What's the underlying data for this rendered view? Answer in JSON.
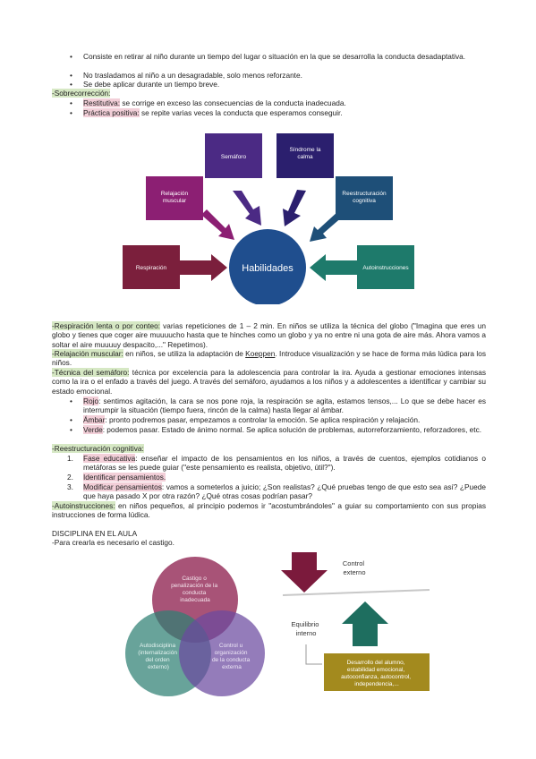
{
  "intro_bullets": [
    "Consiste en retirar al niño durante un tiempo del lugar o situación en la que se desarrolla la conducta desadaptativa.",
    "No trasladamos al niño a un desagradable, solo menos reforzante.",
    "Se debe aplicar durante un tiempo breve."
  ],
  "sobrecorreccion": {
    "heading": "-Sobrecorrección:",
    "items": [
      {
        "term": "Restitutiva:",
        "text": " se corrige en exceso las consecuencias de la conducta inadecuada."
      },
      {
        "term": "Práctica positiva:",
        "text": " se repite varias veces la conducta que esperamos conseguir."
      }
    ]
  },
  "habilidades_diagram": {
    "center": "Habilidades",
    "boxes": {
      "semaforo": "Semáforo",
      "sindrome": "Síndrome la calma",
      "relajacion": "Relajación muscular",
      "reestructuracion": "Reestructuración cognitiva",
      "respiracion": "Respiración",
      "autoinstrucciones": "Autoinstrucciones"
    },
    "colors": {
      "semaforo": "#4b2a84",
      "sindrome": "#2b1f6e",
      "relajacion": "#8c1f73",
      "reestructuracion": "#1e4f78",
      "respiracion": "#7b1f3c",
      "autoinstrucciones": "#1e7a6b",
      "center": "#1f4e8e"
    }
  },
  "respiracion": {
    "term": "-Respiración lenta o por conteo:",
    "text": " varias repeticiones de 1 – 2 min. En niños se utiliza la técnica del globo (\"Imagina que eres un globo y tienes que coger aire muuuucho hasta que te hinches como un globo y ya no entre ni una gota de aire más. Ahora vamos a soltar el aire muuuuy despacito,...\" Repetimos)."
  },
  "relajacion": {
    "term": "-Relajación muscular:",
    "text_a": " en niños, se utiliza la adaptación de ",
    "koeppen": "Koeppen",
    "text_b": ". Introduce visualización y se hace de forma más lúdica para los niños."
  },
  "semaforo": {
    "term": "-Técnica del semáforo:",
    "text": " técnica por excelencia para la adolescencia para controlar la ira. Ayuda a gestionar emociones intensas como la ira o el enfado a través del juego. A través del semáforo, ayudamos a los niños y a adolescentes a identificar y cambiar su estado emocional.",
    "items": [
      {
        "term": "Rojo",
        "text": ": sentimos agitación, la cara se nos pone roja, la respiración se agita, estamos tensos,... Lo que se debe hacer es interrumpir la situación (tiempo fuera, rincón de la calma) hasta llegar al ámbar."
      },
      {
        "term": "Ámbar",
        "text": ": pronto podremos pasar, empezamos a controlar la emoción. Se aplica respiración y relajación."
      },
      {
        "term": "Verde",
        "text": ": podemos pasar. Estado de ánimo normal. Se aplica solución de problemas, autorreforzamiento, reforzadores, etc."
      }
    ]
  },
  "reestructuracion": {
    "heading": "-Reestructuración cognitiva:",
    "items": [
      {
        "num": "1.",
        "term": "Fase educativa",
        "text": ": enseñar el impacto de los pensamientos en los niños, a través de cuentos, ejemplos cotidianos o metáforas se les puede guiar (\"este pensamiento es realista, objetivo, útil?\")."
      },
      {
        "num": "2.",
        "term": "Identificar pensamientos.",
        "text": ""
      },
      {
        "num": "3.",
        "term": "Modificar pensamientos",
        "text": ":  vamos a someterlos a juicio; ¿Son realistas? ¿Qué pruebas tengo de que esto sea así? ¿Puede que haya pasado X por otra razón? ¿Qué otras cosas podrían pasar?"
      }
    ]
  },
  "autoinstrucciones": {
    "term": "-Autoinstrucciones:",
    "text": " en niños pequeños, al principio podemos ir \"acostumbrándoles\" a guiar su comportamiento con sus propias instrucciones de forma lúdica."
  },
  "disciplina": {
    "heading": "DISCIPLINA EN EL AULA",
    "subtext": "-Para crearla es necesario el castigo."
  },
  "venn": {
    "top": "Castigo o penalización de la conducta inadecuada",
    "left": "Autodisciplina (internalización del orden externo)",
    "right": "Control u organización de la conducta externa",
    "colors": {
      "top": "#8b1a4a",
      "left": "#2e7f73",
      "right": "#6b4aa0"
    }
  },
  "balance": {
    "control_externo": "Control externo",
    "equilibrio": "Equilibrio interno",
    "desarrollo": "Desarrollo del alumno, estabilidad emocional, autoconfianza, autocontrol, independencia,...",
    "colors": {
      "down_arrow": "#7b1a3c",
      "up_arrow": "#1e6e5f",
      "box": "#a38a1e"
    }
  }
}
